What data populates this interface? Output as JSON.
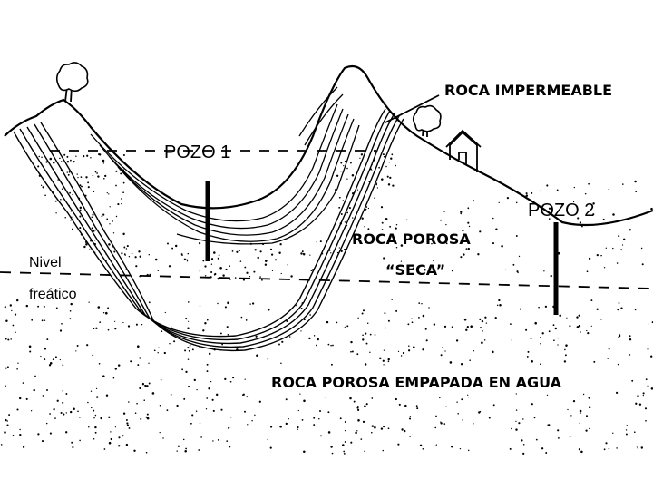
{
  "labels": {
    "roca_impermeable": "ROCA IMPERMEABLE",
    "pozo1": "POZO 1",
    "pozo2": "POZO 2",
    "roca_porosa": "ROCA POROSA",
    "seca": "“SECA”",
    "nivel": "Nivel",
    "freatico": "freático",
    "roca_empapada": "ROCA POROSA EMPAPADA EN AGUA"
  },
  "colors": {
    "ink": "#000000",
    "paper": "#ffffff"
  },
  "icons": [
    "tree-icon",
    "house-icon"
  ]
}
